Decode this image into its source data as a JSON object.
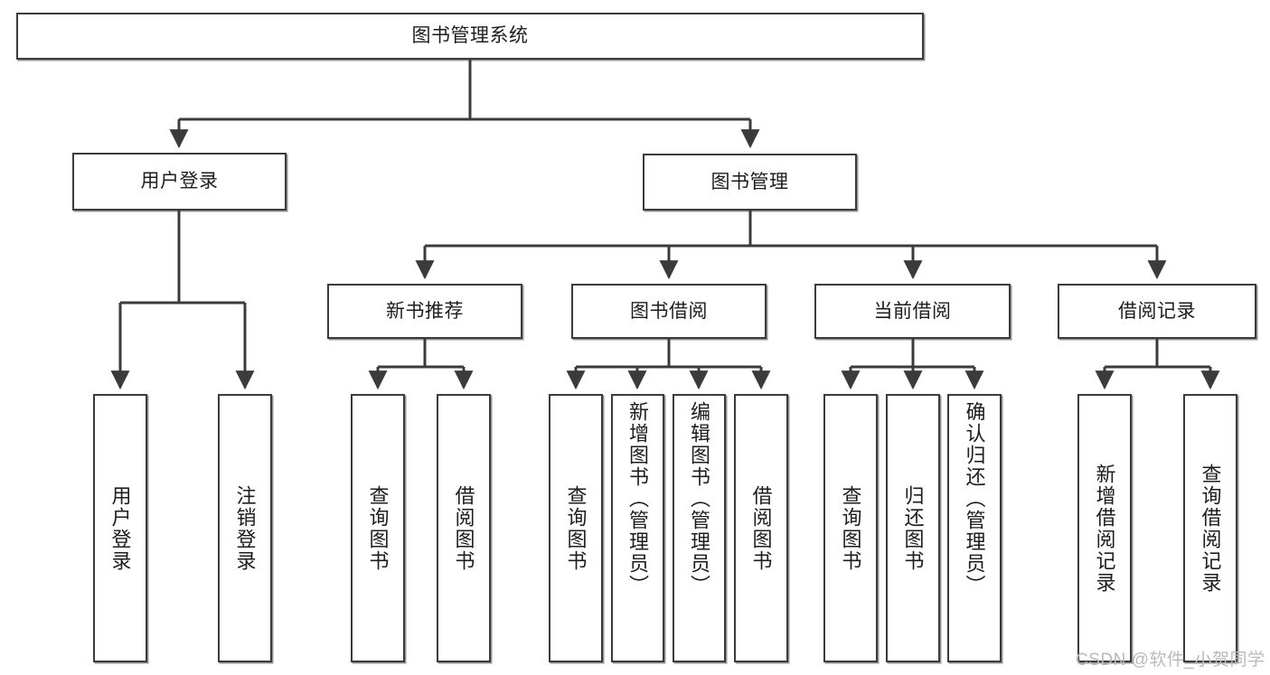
{
  "diagram": {
    "type": "hierarchy-tree",
    "title": "图书管理系统",
    "root": {
      "label": "图书管理系统"
    },
    "level2": [
      {
        "label": "用户登录"
      },
      {
        "label": "图书管理"
      }
    ],
    "level3": [
      {
        "label": "新书推荐"
      },
      {
        "label": "图书借阅"
      },
      {
        "label": "当前借阅"
      },
      {
        "label": "借阅记录"
      }
    ],
    "leaves": {
      "user_login": [
        {
          "label": "用户登录"
        },
        {
          "label": "注销登录"
        }
      ],
      "new_book_recommend": [
        {
          "label": "查询图书"
        },
        {
          "label": "借阅图书"
        }
      ],
      "book_borrow": [
        {
          "label": "查询图书"
        },
        {
          "label": "新增图书（管理员）"
        },
        {
          "label": "编辑图书（管理员）"
        },
        {
          "label": "借阅图书"
        }
      ],
      "current_borrow": [
        {
          "label": "查询图书"
        },
        {
          "label": "归还图书"
        },
        {
          "label": "确认归还（管理员）"
        }
      ],
      "borrow_record": [
        {
          "label": "新增借阅记录"
        },
        {
          "label": "查询借阅记录"
        }
      ]
    }
  },
  "watermark": {
    "text": "CSDN @软件_小贺同学"
  },
  "colors": {
    "stroke": "#3b3b3b",
    "fill": "#ffffff",
    "text": "#1d1d1d",
    "watermark": "#b9b9b9"
  }
}
